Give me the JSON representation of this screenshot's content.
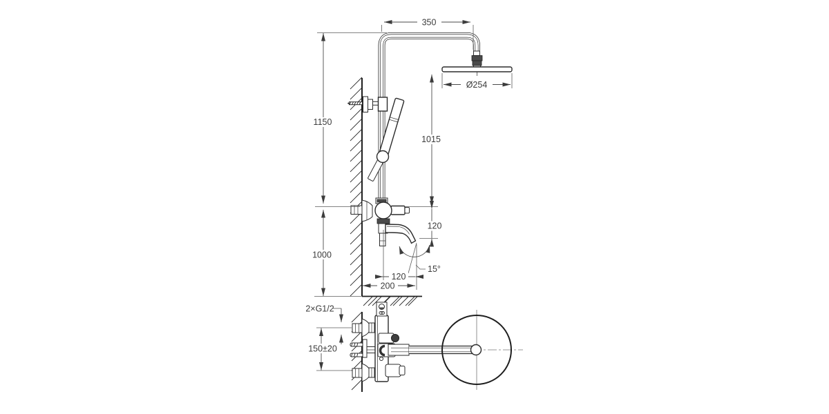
{
  "drawing": {
    "background": "#ffffff",
    "line_color": "#2b2b2b",
    "dim_color": "#3c3c3c",
    "centerline_color": "#9a9a9a",
    "units": "mm",
    "dims": {
      "arm_reach": "350",
      "head_diameter": "Ø254",
      "wall_bar_height": "1150",
      "head_to_valve": "1015",
      "valve_to_spout_drop": "120",
      "valve_height": "1000",
      "spout_reach": "120",
      "spout_total_reach": "200",
      "spout_swivel_angle": "15°",
      "inlet_thread": "2×G1/2",
      "inlet_spacing": "150±20"
    }
  }
}
